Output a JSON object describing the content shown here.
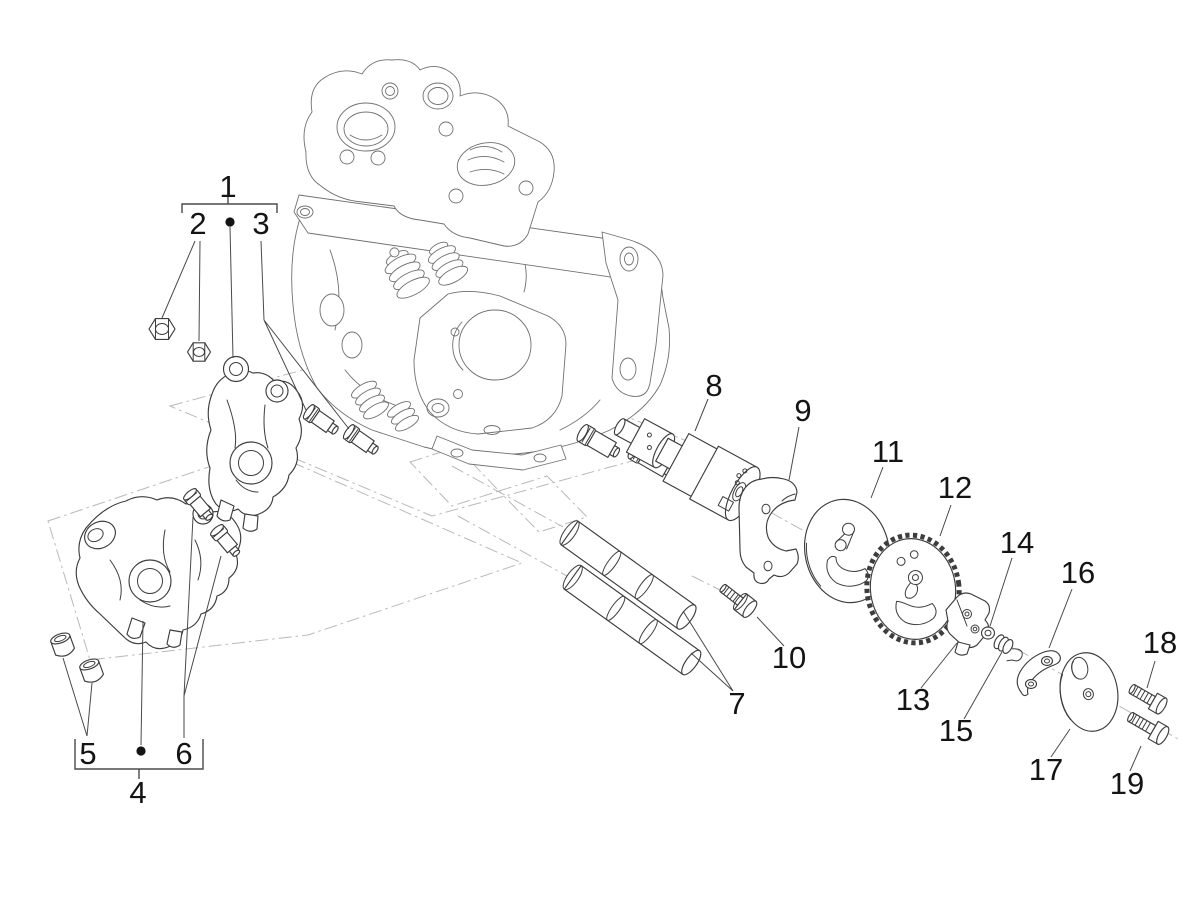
{
  "diagram": {
    "background": "#ffffff",
    "part_line_color": "#3d3d3d",
    "head_line_color": "#707070",
    "phantom_line_color": "#b9b9b9",
    "leader_line_color": "#4a4a4a",
    "label_color": "#141414"
  },
  "callouts": {
    "c1": "1",
    "c2": "2",
    "c3": "3",
    "c4": "4",
    "c5": "5",
    "c6": "6",
    "c7": "7",
    "c8": "8",
    "c9": "9",
    "c10": "10",
    "c11": "11",
    "c12": "12",
    "c13": "13",
    "c14": "14",
    "c15": "15",
    "c16": "16",
    "c17": "17",
    "c18": "18",
    "c19": "19"
  }
}
